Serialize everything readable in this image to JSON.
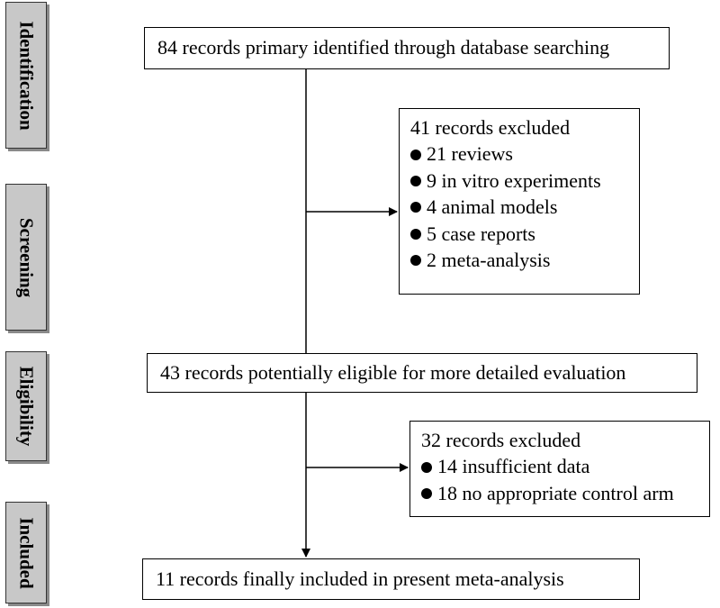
{
  "stages": {
    "identification": "Identification",
    "screening": "Screening",
    "eligibility": "Eligibility",
    "included": "Included"
  },
  "identified": "84 records primary identified through database searching",
  "excluded_1": {
    "title": "41 records excluded",
    "items": [
      "21 reviews",
      "9 in vitro experiments",
      "4 animal models",
      "5 case reports",
      "2 meta-analysis"
    ]
  },
  "eligible": "43 records potentially eligible for more detailed evaluation",
  "excluded_2": {
    "title": "32 records excluded",
    "items": [
      "14 insufficient data",
      "18 no appropriate control arm"
    ]
  },
  "included": "11 records finally included in present meta-analysis",
  "colors": {
    "stage_fill": "#c8c8c8",
    "stage_shadow": "#8a8a8a",
    "line": "#000000"
  }
}
